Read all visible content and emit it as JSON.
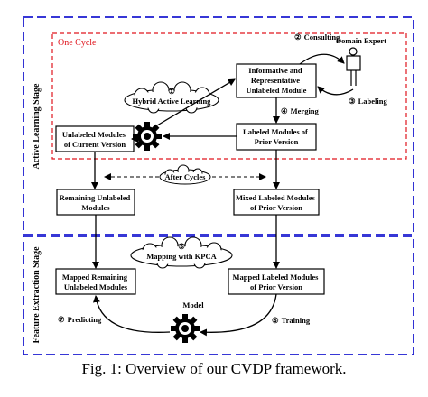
{
  "stages": {
    "active_learning": "Active Learning Stage",
    "feature_extraction": "Feature Extraction Stage"
  },
  "one_cycle": "One Cycle",
  "domain_expert": "Domain Expert",
  "steps": {
    "s1_num": "①",
    "s1": "Hybrid Active Learning",
    "s2_num": "②",
    "s2": "Consulting",
    "s3_num": "③",
    "s3": "Labeling",
    "s4_num": "④",
    "s4": "Merging",
    "s5_num": "⑤",
    "s5": "Mapping with KPCA",
    "s6_num": "⑥",
    "s6": "Training",
    "s7_num": "⑦",
    "s7": "Predicting"
  },
  "after_cycles": "After Cycles",
  "model": "Model",
  "boxes": {
    "informative": [
      "Informative and",
      "Representative",
      "Unlabeled Module"
    ],
    "labeled_prior": [
      "Labeled Modules of",
      "Prior Version"
    ],
    "unlabeled_current": [
      "Unlabeled Modules",
      "of Current Version"
    ],
    "remaining_unlabeled": [
      "Remaining Unlabeled",
      "Modules"
    ],
    "mixed_labeled": [
      "Mixed Labeled Modules",
      "of Prior Version"
    ],
    "mapped_remaining": [
      "Mapped Remaining",
      "Unlabeled Modules"
    ],
    "mapped_labeled": [
      "Mapped Labeled Modules",
      "of Prior Version"
    ]
  },
  "caption": "Fig. 1: Overview of our CVDP framework."
}
